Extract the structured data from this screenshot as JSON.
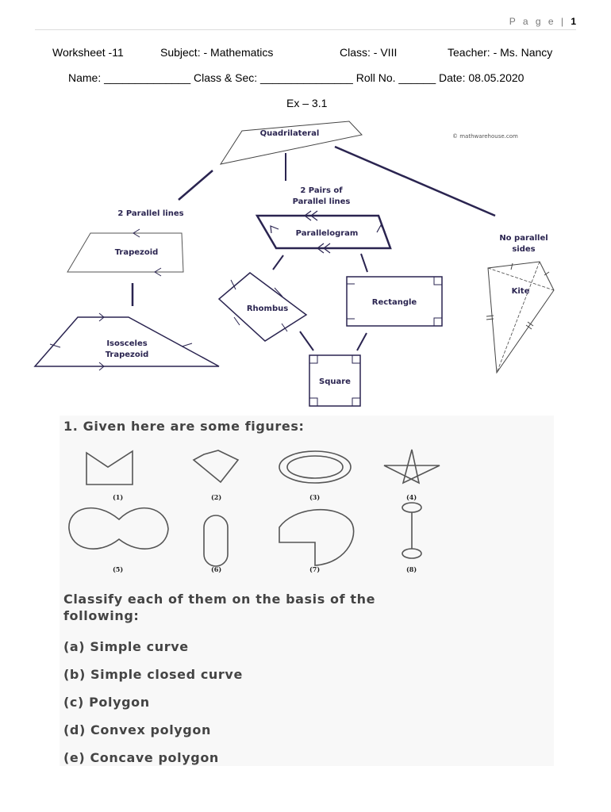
{
  "header": {
    "page_label": "P a g e",
    "page_number": "1"
  },
  "info_row": {
    "worksheet": "Worksheet -11",
    "subject": "Subject: - Mathematics",
    "class": "Class: - VIII",
    "teacher": "Teacher: - Ms. Nancy"
  },
  "student_row": "Name: ______________ Class & Sec: _______________ Roll No. ______ Date: 08.05.2020",
  "exercise": "Ex – 3.1",
  "diagram": {
    "watermark": "© mathwarehouse.com",
    "quadrilateral": "Quadrilateral",
    "two_parallel": "2 Parallel lines",
    "two_pairs_1": "2 Pairs of",
    "two_pairs_2": "Parallel lines",
    "no_parallel_1": "No parallel",
    "no_parallel_2": "sides",
    "trapezoid": "Trapezoid",
    "isosceles_1": "Isosceles",
    "isosceles_2": "Trapezoid",
    "parallelogram": "Parallelogram",
    "rhombus": "Rhombus",
    "rectangle": "Rectangle",
    "square": "Square",
    "kite": "Kite"
  },
  "question": {
    "title": "1. Given here are some figures:",
    "figure_labels": [
      "(1)",
      "(2)",
      "(3)",
      "(4)",
      "(5)",
      "(6)",
      "(7)",
      "(8)"
    ],
    "instruction_1": "Classify each of them on the basis of the",
    "instruction_2": "following:",
    "options": [
      "(a) Simple curve",
      "(b) Simple closed curve",
      "(c) Polygon",
      "(d) Convex polygon",
      "(e) Concave polygon"
    ]
  }
}
